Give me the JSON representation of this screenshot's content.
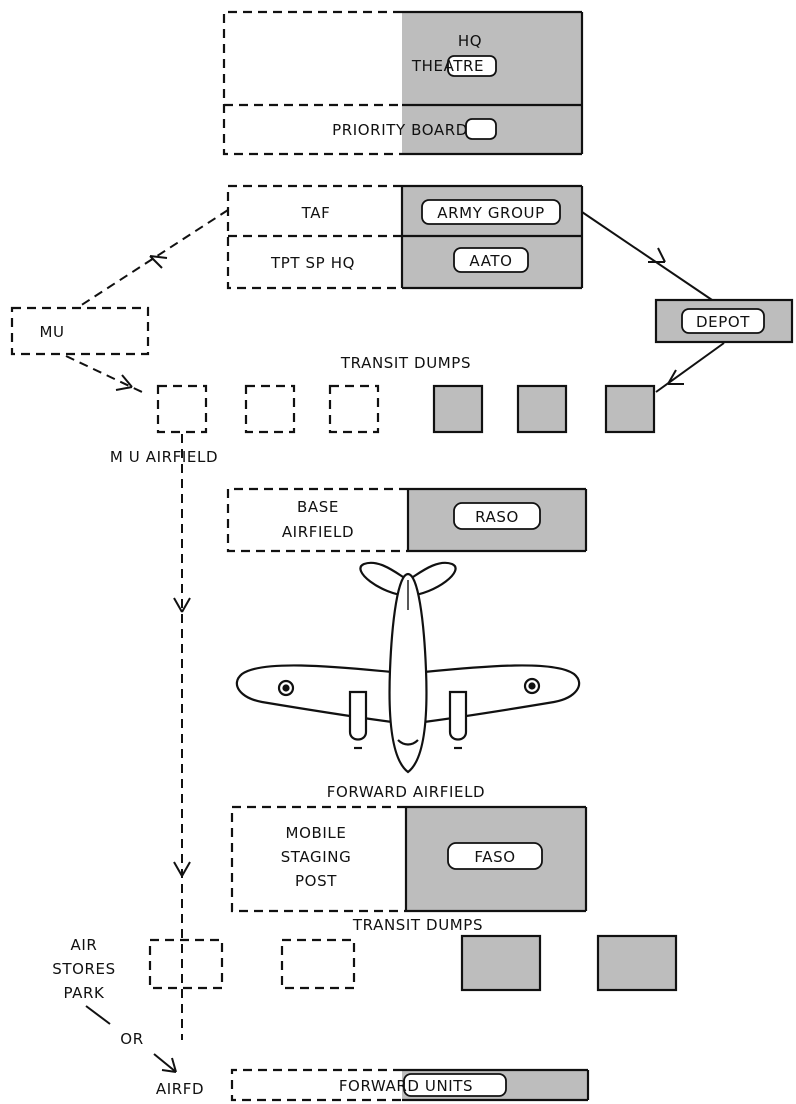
{
  "top_block": {
    "hq_line1": "HQ",
    "hq_line2": "THEATRE",
    "priority": "PRIORITY BOARD"
  },
  "command_block": {
    "taf": "TAF",
    "tpt_sp_hq": "TPT SP HQ",
    "army_group": "ARMY GROUP",
    "aato": "AATO"
  },
  "mu": "MU",
  "depot": "DEPOT",
  "transit_dumps_upper": "TRANSIT DUMPS",
  "mu_airfield": "M U AIRFIELD",
  "base_block": {
    "line1": "BASE",
    "line2": "AIRFIELD",
    "raso": "RASO"
  },
  "forward_airfield": "FORWARD AIRFIELD",
  "staging_block": {
    "line1": "MOBILE",
    "line2": "STAGING",
    "line3": "POST",
    "faso": "FASO"
  },
  "transit_dumps_lower": "TRANSIT DUMPS",
  "air_stores_park": {
    "line1": "AIR",
    "line2": "STORES",
    "line3": "PARK"
  },
  "or_label": "OR",
  "airfd": "AIRFD",
  "forward_units": "FORWARD UNITS"
}
